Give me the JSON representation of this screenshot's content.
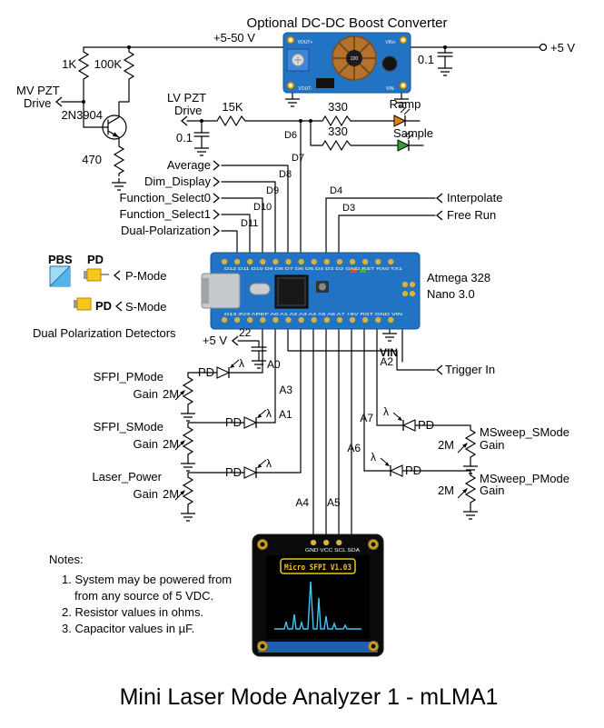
{
  "title": "Mini Laser Mode Analyzer 1 - mLMA1",
  "boost": {
    "heading": "Optional DC-DC Boost Converter",
    "out_voltage": "+5-50 V",
    "in_voltage": "+5 V",
    "cap": "0.1",
    "inductor": "220",
    "pins": {
      "vout_plus": "VOUT+",
      "vin_plus": "VIN+",
      "vout_minus": "VOUT-",
      "vin_minus": "VIN-"
    }
  },
  "pzt": {
    "r1": "1K",
    "r2": "100K",
    "r3": "470",
    "r4": "15K",
    "r5": "330",
    "r6": "330",
    "cap": "0.1",
    "transistor": "2N3904",
    "mv_label1": "MV PZT",
    "mv_label2": "Drive",
    "lv_label1": "LV PZT",
    "lv_label2": "Drive",
    "ramp": "Ramp",
    "sample": "Sample"
  },
  "signals": {
    "average": "Average",
    "dim_display": "Dim_Display",
    "fs0": "Function_Select0",
    "fs1": "Function_Select1",
    "dual_pol": "Dual-Polarization",
    "interpolate": "Interpolate",
    "free_run": "Free Run",
    "trigger_in": "Trigger In",
    "d3": "D3",
    "d4": "D4",
    "d6": "D6",
    "d7": "D7",
    "d8": "D8",
    "d9": "D9",
    "d10": "D10",
    "d11": "D11"
  },
  "nano": {
    "name1": "Atmega 328",
    "name2": "Nano 3.0",
    "pins_top": "D12 D11 D10 D9 D8 D7 D6 D5 D4 D3 D2 GND RST RX0 TX1",
    "pins_bottom": "D13 3V3 AREF A0 A1 A2 A3 A4 A5 A6 A7 +5V RST GND VIN"
  },
  "optics": {
    "pbs": "PBS",
    "pd1": "PD",
    "pd2": "PD",
    "p_mode": "P-Mode",
    "s_mode": "S-Mode",
    "caption": "Dual Polarization Detectors"
  },
  "power": {
    "v5": "+5 V",
    "cap22": "22",
    "vin": "VIN"
  },
  "analog": {
    "lambda": "λ",
    "a2": "A2",
    "a4": "A4",
    "a5": "A5",
    "rows_left": [
      {
        "name": "SFPI_PMode",
        "gain": "Gain",
        "pot": "2M",
        "pd": "PD",
        "pin": "A0"
      },
      {
        "name": "SFPI_SMode",
        "gain": "Gain",
        "pot": "2M",
        "pd": "PD",
        "pin": "A1"
      },
      {
        "name": "Laser_Power",
        "gain": "Gain",
        "pot": "2M",
        "pd": "PD",
        "pin": "A3"
      }
    ],
    "rows_right": [
      {
        "name": "MSweep_SMode",
        "gain": "Gain",
        "pot": "2M",
        "pd": "PD",
        "pin": "A7"
      },
      {
        "name": "MSweep_PMode",
        "gain": "Gain",
        "pot": "2M",
        "pd": "PD",
        "pin": "A6"
      }
    ]
  },
  "oled": {
    "pins": "GND VCC SCL SDA",
    "screen_title": "Micro SFPI V1.03"
  },
  "notes": {
    "heading": "Notes:",
    "n1a": "1. System may be powered from",
    "n1b": "from any source of 5 VDC.",
    "n2": "2. Resistor values in ohms.",
    "n3": "3. Capacitor values in µF."
  }
}
